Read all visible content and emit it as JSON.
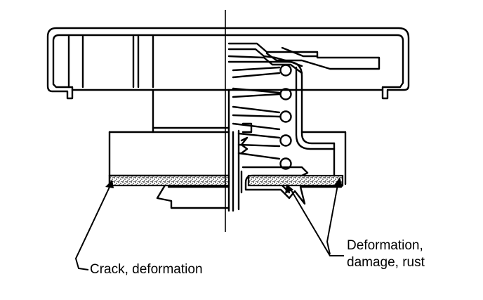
{
  "labels": {
    "left": "Crack, deformation",
    "right_line1": "Deformation,",
    "right_line2": "damage, rust"
  },
  "colors": {
    "ink": "#000000",
    "paper": "#ffffff",
    "gasket_fill": "#bdbdbd"
  }
}
